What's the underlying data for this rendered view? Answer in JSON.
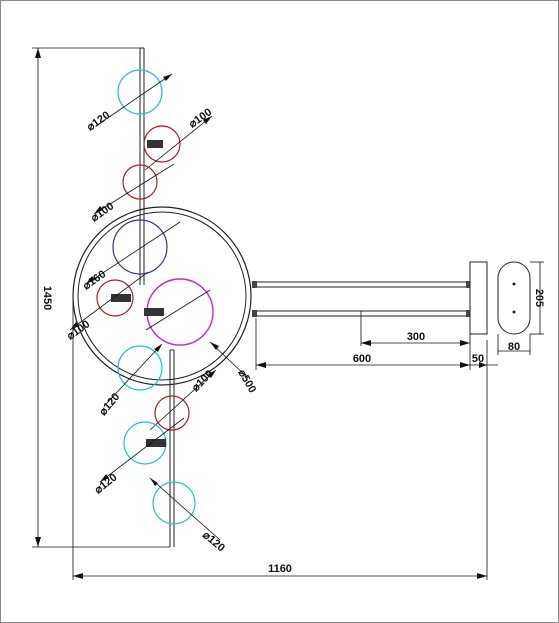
{
  "colors": {
    "cyan": "#19c4cf",
    "red": "#b8181b",
    "blue": "#3a2f9a",
    "magenta": "#d21ed2",
    "line": "#222222"
  },
  "dimensions": {
    "overall_width": "1160",
    "overall_height": "1450",
    "canopy_height": "205",
    "canopy_depth": "80",
    "wall_gap": "50",
    "arm_length": "600",
    "arm_offset": "300",
    "ring_diameter": "⌀500",
    "d_top_cyan": "⌀120",
    "d_top_red": "⌀100",
    "d_mid_red": "⌀100",
    "d_blue": "⌀160",
    "d_left_red": "⌀100",
    "d_mid_cyan": "⌀120",
    "d_lower_red": "⌀100",
    "d_lower_cyan": "⌀120",
    "d_bottom_cyan": "⌀120"
  }
}
